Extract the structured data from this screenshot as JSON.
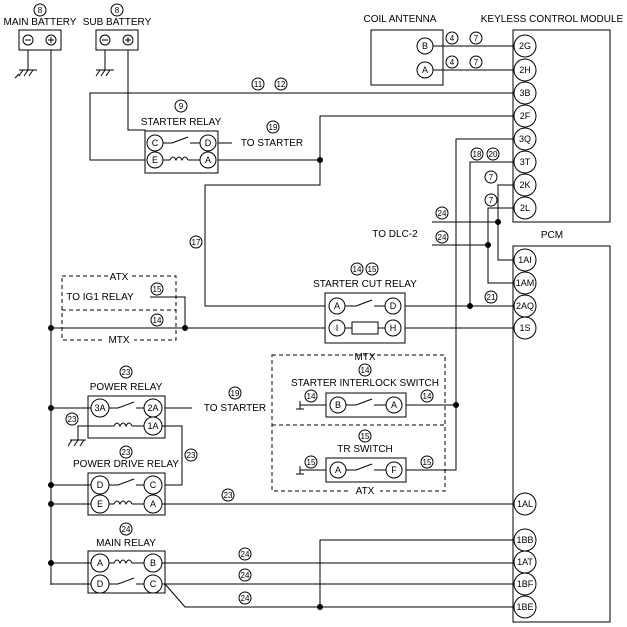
{
  "batteries": {
    "main": {
      "label": "MAIN BATTERY",
      "ref": "8",
      "minus": "⊖",
      "plus": "⊕"
    },
    "sub": {
      "label": "SUB BATTERY",
      "ref": "8",
      "minus": "⊖",
      "plus": "⊕"
    }
  },
  "coil_antenna": {
    "label": "COIL ANTENNA",
    "pins": [
      "B",
      "A"
    ]
  },
  "kcm": {
    "label": "KEYLESS CONTROL MODULE",
    "pins": [
      "2G",
      "2H",
      "3B",
      "2F",
      "3Q",
      "3T",
      "2K",
      "2L"
    ]
  },
  "pcm": {
    "label": "PCM",
    "pins_top": [
      "1AI",
      "1AM",
      "2AQ",
      "1S"
    ],
    "pins_mid": [
      "1AL"
    ],
    "pins_bottom": [
      "1BB",
      "1AT",
      "1BF",
      "1BE"
    ]
  },
  "starter_relay": {
    "label": "STARTER RELAY",
    "ref": "9",
    "pins": [
      "C",
      "D",
      "E",
      "A"
    ]
  },
  "starter_cut_relay": {
    "label": "STARTER CUT RELAY",
    "ref1": "14",
    "ref2": "15",
    "pins": [
      "A",
      "D",
      "I",
      "H"
    ]
  },
  "power_relay": {
    "label": "POWER RELAY",
    "ref": "23",
    "pins": [
      "3A",
      "2A",
      "1A"
    ]
  },
  "power_drive_relay": {
    "label": "POWER DRIVE RELAY",
    "ref": "23",
    "pins": [
      "D",
      "C",
      "E",
      "A"
    ]
  },
  "main_relay": {
    "label": "MAIN RELAY",
    "ref": "24",
    "pins": [
      "A",
      "B",
      "D",
      "C"
    ]
  },
  "interlock": {
    "group": "MTX",
    "label": "STARTER INTERLOCK SWITCH",
    "ref": "14",
    "pins": [
      "B",
      "A"
    ]
  },
  "tr_switch": {
    "group": "ATX",
    "label": "TR SWITCH",
    "ref": "15",
    "pins": [
      "A",
      "F"
    ]
  },
  "ig1": {
    "label": "TO IG1 RELAY",
    "atx": "ATX",
    "mtx": "MTX"
  },
  "labels": {
    "to_starter_1": "TO STARTER",
    "to_starter_2": "TO STARTER",
    "to_dlc2": "TO DLC-2"
  },
  "wire_refs": {
    "coil_b_a": "4",
    "coil_b_b": "7",
    "coil_a_a": "4",
    "coil_a_b": "7",
    "top_a": "11",
    "top_b": "12",
    "to_starter1": "19",
    "t18": "18",
    "t20": "20",
    "k7": "7",
    "l7": "7",
    "dlc_a": "24",
    "dlc_b": "24",
    "w17": "17",
    "w21": "21",
    "ig1_15": "15",
    "mtx_14": "14",
    "to_starter2": "19",
    "pr_23": "23",
    "pdr_23": "23",
    "pdr_line": "23",
    "int_14a": "14",
    "int_14b": "14",
    "tr_15a": "15",
    "tr_15b": "15",
    "m_24a": "24",
    "m_24b": "24",
    "m_24c": "24"
  }
}
